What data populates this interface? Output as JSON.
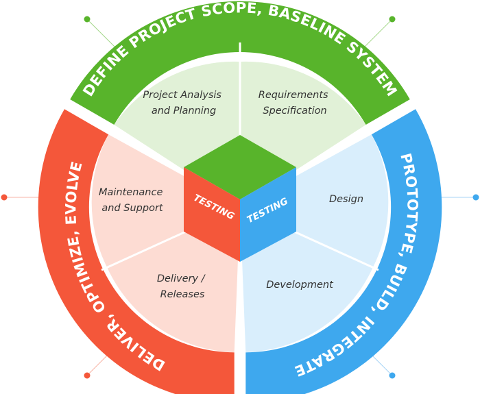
{
  "colors": {
    "green": "#58B42B",
    "blue": "#3EA8EE",
    "red": "#F4573A",
    "green_light": "#E1F1D7",
    "blue_light": "#D9EEFC",
    "red_light": "#FDDCD3"
  },
  "ring": {
    "top": "DEFINE PROJECT SCOPE, BASELINE SYSTEM",
    "right": "PROTOTYPE, BUILD, INTEGRATE",
    "left": "DELIVER, OPTIMIZE, EVOLVE"
  },
  "phases": {
    "project_analysis": [
      "Project Analysis",
      "and Planning"
    ],
    "requirements": [
      "Requirements",
      "Specification"
    ],
    "design": [
      "Design"
    ],
    "development": [
      "Development"
    ],
    "delivery": [
      "Delivery /",
      "Releases"
    ],
    "maintenance": [
      "Maintenance",
      "and Support"
    ]
  },
  "core": {
    "left_label": "TESTING",
    "right_label": "TESTING"
  }
}
